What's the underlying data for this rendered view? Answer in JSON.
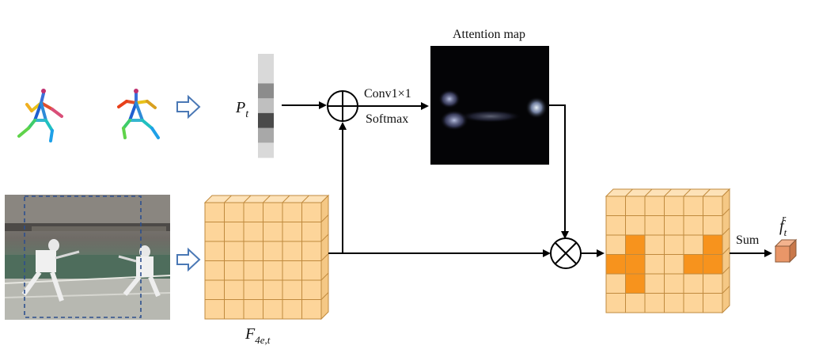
{
  "labels": {
    "attention_map": "Attention map",
    "conv": "Conv1×1",
    "softmax": "Softmax",
    "sum": "Sum",
    "pose_feature": {
      "base": "P",
      "sub": "t"
    },
    "frame_feature": {
      "base": "F",
      "sub": "4e,t"
    },
    "output_feature": {
      "base": "f",
      "sub": "t",
      "sup": "r"
    }
  },
  "colors": {
    "cube_fill": "#fdd59a",
    "cube_side": "#f5c885",
    "cube_top": "#fde2b8",
    "cube_line": "#c08a3e",
    "highlight": "#f7931d",
    "hollow_arrow": "#4a78b5",
    "dashed_box": "#2d4f8e",
    "arrow": "#000000"
  },
  "pose_strip": [
    "#d9d9d9",
    "#d9d9d9",
    "#8c8c8c",
    "#bfbfbf",
    "#4a4a4a",
    "#a8a8a8",
    "#d9d9d9"
  ],
  "highlight_cells": [
    [
      2,
      1
    ],
    [
      2,
      5
    ],
    [
      3,
      0
    ],
    [
      3,
      1
    ],
    [
      3,
      4
    ],
    [
      3,
      5
    ],
    [
      4,
      1
    ]
  ]
}
